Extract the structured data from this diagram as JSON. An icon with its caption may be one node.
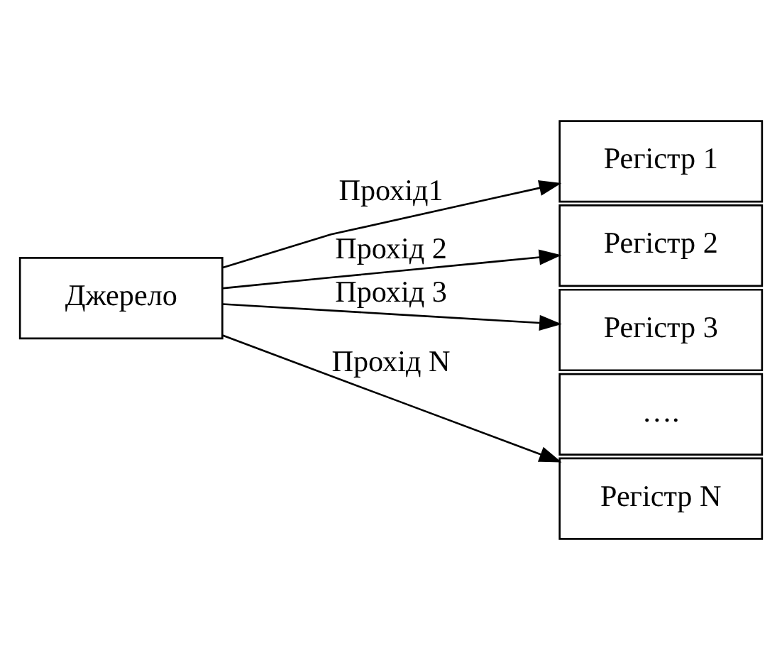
{
  "diagram": {
    "nodes": [
      {
        "text": [
          "Джерело"
        ]
      },
      {
        "text": [
          "Регістр 1"
        ]
      },
      {
        "text": [
          "Регістр 2"
        ]
      },
      {
        "text": [
          "Регістр 3"
        ]
      },
      {
        "text": [
          "…."
        ]
      },
      {
        "text": [
          "Регістр N"
        ]
      }
    ],
    "edges": [
      {
        "from": 0,
        "to": 1,
        "arrow": "to",
        "label": "Прохід1"
      },
      {
        "from": 0,
        "to": 2,
        "arrow": "to",
        "label": "Прохід 2"
      },
      {
        "from": 0,
        "to": 3,
        "arrow": "to",
        "label": "Прохід 3"
      },
      {
        "from": 0,
        "to": 5,
        "arrow": "to",
        "label": "Прохід N"
      }
    ]
  }
}
